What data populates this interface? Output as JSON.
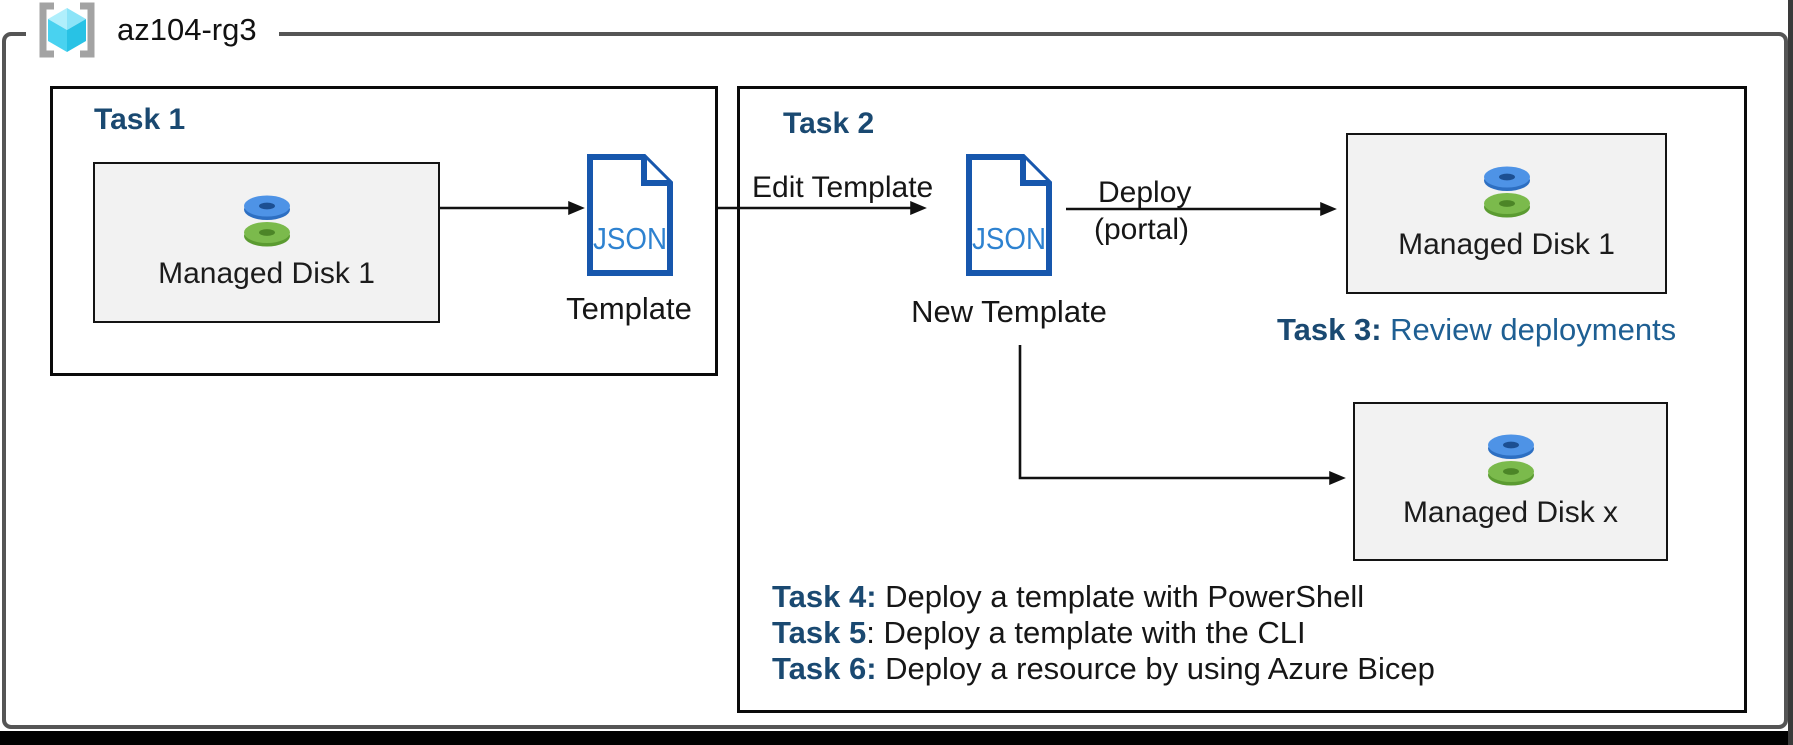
{
  "resource_group": {
    "name": "az104-rg3"
  },
  "task1": {
    "title": "Task 1",
    "disk_label": "Managed Disk 1",
    "file_type": "JSON",
    "file_caption": "Template"
  },
  "task2": {
    "title": "Task 2",
    "edit_arrow_label": "Edit Template",
    "file_type": "JSON",
    "file_caption": "New Template",
    "deploy_label_line1": "Deploy",
    "deploy_label_line2": "(portal)",
    "disk1_label": "Managed Disk 1",
    "diskx_label": "Managed Disk x",
    "task3_bold": "Task 3:",
    "task3_rest": " Review deployments",
    "task_list": [
      {
        "bold": "Task 4:",
        "rest": " Deploy a template with PowerShell"
      },
      {
        "bold": "Task 5",
        "rest": ": Deploy a template with the CLI"
      },
      {
        "bold": "Task 6:",
        "rest": " Deploy a resource by using Azure Bicep"
      }
    ]
  },
  "colors": {
    "task_heading": "#1A4971",
    "task3_text": "#1E5F93",
    "json_file_stroke": "#1757AD",
    "json_file_text": "#2E82D0",
    "disk_box_fill": "#F2F2F2",
    "disk_blue": "#4E93E6",
    "disk_green": "#7BBA4C",
    "outer_border": "#555555",
    "cube_cyan": "#49D2F0"
  }
}
